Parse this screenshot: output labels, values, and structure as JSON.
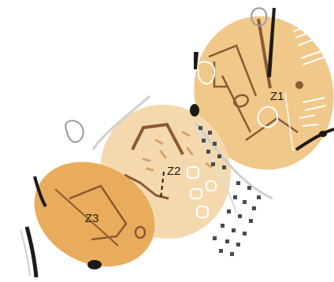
{
  "zones": [
    {
      "label": "Z1",
      "fill": "#f0c88a"
    },
    {
      "label": "Z2",
      "fill": "#f5d9ae"
    },
    {
      "label": "Z3",
      "fill": "#e9ac5c"
    }
  ],
  "colors": {
    "ink": "#1e1a16",
    "brown": "#8a5a32",
    "grey": "#cfcfcf",
    "dots": "#4a4a50"
  }
}
